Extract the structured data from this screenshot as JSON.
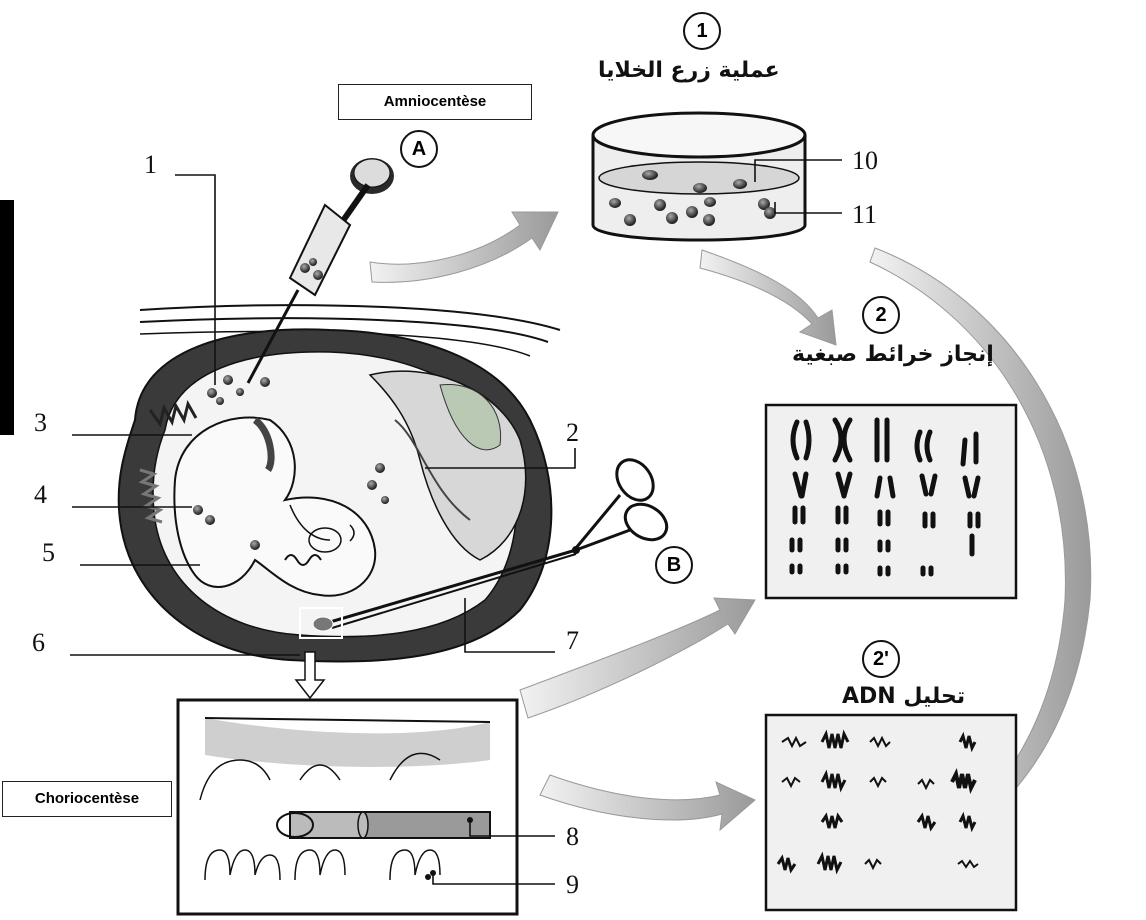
{
  "labels": {
    "amniocentese": "Amniocentèse",
    "choriocentese": "Choriocentèse"
  },
  "steps": {
    "step1": {
      "marker": "1",
      "text": "عملية زرع الخلايا"
    },
    "step2": {
      "marker": "2",
      "text": "إنجاز خرائط صبغية"
    },
    "step2p": {
      "marker": "2'",
      "text": "تحليل ADN"
    }
  },
  "method_markers": {
    "a": "A",
    "b": "B"
  },
  "numbers": [
    "1",
    "2",
    "3",
    "4",
    "5",
    "6",
    "7",
    "8",
    "9",
    "10",
    "11"
  ],
  "colors": {
    "tissue": "#3a3a3a",
    "arrow": "#bdbdbd",
    "line": "#111111"
  }
}
